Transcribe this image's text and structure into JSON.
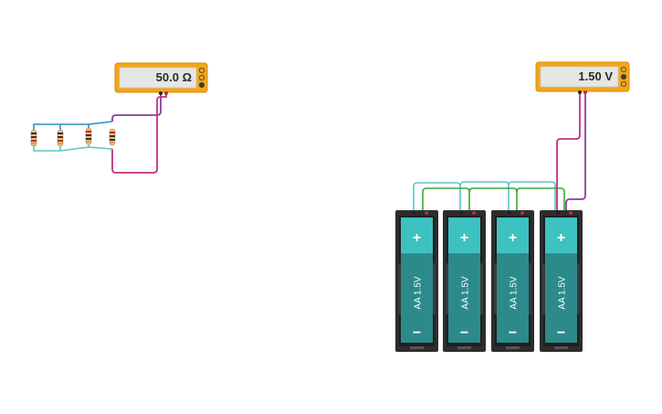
{
  "multimeter_left": {
    "reading": "50.0 Ω"
  },
  "multimeter_right": {
    "reading": "1.50 V"
  },
  "batteries": [
    {
      "label": "AA 1.5V",
      "plus": "+",
      "minus": "−"
    },
    {
      "label": "AA 1.5V",
      "plus": "+",
      "minus": "−"
    },
    {
      "label": "AA 1.5V",
      "plus": "+",
      "minus": "−"
    },
    {
      "label": "AA 1.5V",
      "plus": "+",
      "minus": "−"
    }
  ],
  "colors": {
    "meter_body": "#f2a619",
    "meter_screen": "#e6e6e6",
    "battery_case": "#2d2d2d",
    "battery_cell": "#2d8a8a",
    "battery_top": "#3ec1c1",
    "wire_purple": "#8a3d9e",
    "wire_magenta": "#c2307f",
    "wire_teal": "#5cc5c9",
    "wire_green": "#3fa536",
    "wire_blue": "#2a8fc9"
  }
}
